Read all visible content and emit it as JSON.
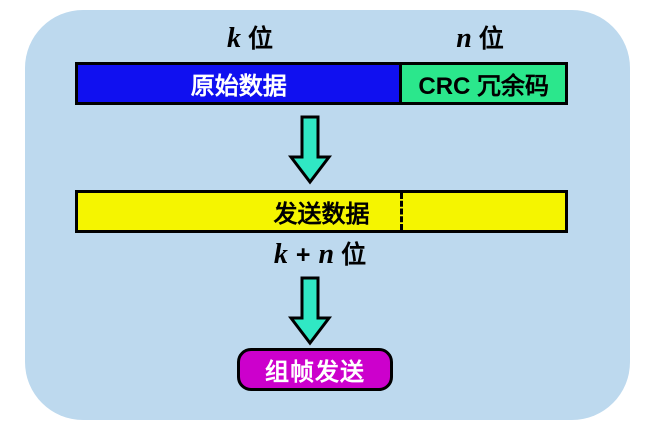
{
  "colors": {
    "page_background": "#FFFFFF",
    "panel_background": "#BDD9EE",
    "original_data_fill": "#1010F0",
    "crc_fill": "#2BE78C",
    "send_data_fill": "#F5F500",
    "frame_send_fill": "#CC00CC",
    "arrow_fill": "#30E8C4",
    "outline": "#000000"
  },
  "top_labels": {
    "k_bits": {
      "variable": "k",
      "unit": "位"
    },
    "n_bits": {
      "variable": "n",
      "unit": "位"
    }
  },
  "bar_original_crc": {
    "original_data_label": "原始数据",
    "crc_label": "CRC 冗余码"
  },
  "bar_send": {
    "label": "发送数据"
  },
  "sum_label": {
    "k": "k",
    "plus": "+",
    "n": "n",
    "unit": "位"
  },
  "frame_send_box": {
    "label": "组帧发送"
  },
  "icons": {
    "down_arrow": "down-arrow-icon"
  }
}
